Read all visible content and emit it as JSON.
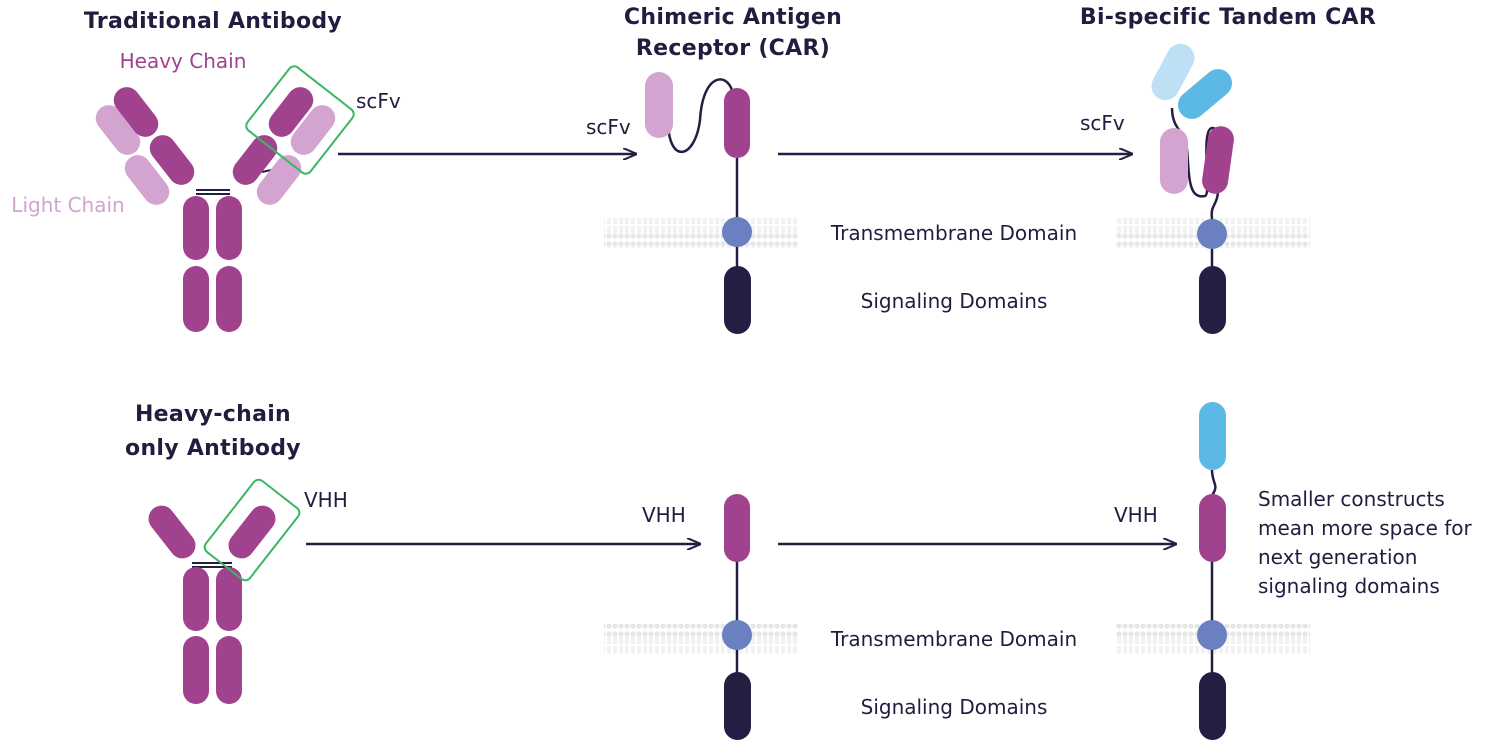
{
  "colors": {
    "heavy": "#a0428e",
    "light": "#d3a4cf",
    "navy": "#251e42",
    "transmembrane": "#6b80c1",
    "blue_dark": "#5cb8e4",
    "blue_light": "#bee0f5",
    "box": "#3cb564",
    "membrane": "#e3e3e3"
  },
  "traditional": {
    "title": "Traditional Antibody",
    "heavy_chain": "Heavy Chain",
    "light_chain": "Light Chain",
    "scfv": "scFv"
  },
  "car": {
    "title_line1": "Chimeric Antigen",
    "title_line2": "Receptor (CAR)",
    "scfv": "scFv",
    "transmembrane": "Transmembrane Domain",
    "signaling": "Signaling Domains"
  },
  "tandem": {
    "title": "Bi-specific Tandem CAR",
    "scfv": "scFv"
  },
  "heavy_only": {
    "title_line1": "Heavy-chain",
    "title_line2": "only Antibody",
    "vhh": "VHH"
  },
  "vhh_car": {
    "vhh": "VHH",
    "transmembrane": "Transmembrane Domain",
    "signaling": "Signaling Domains"
  },
  "vhh_tandem": {
    "vhh": "VHH",
    "note_line1": "Smaller constructs",
    "note_line2": "mean more space for",
    "note_line3": "next generation",
    "note_line4": "signaling domains"
  }
}
